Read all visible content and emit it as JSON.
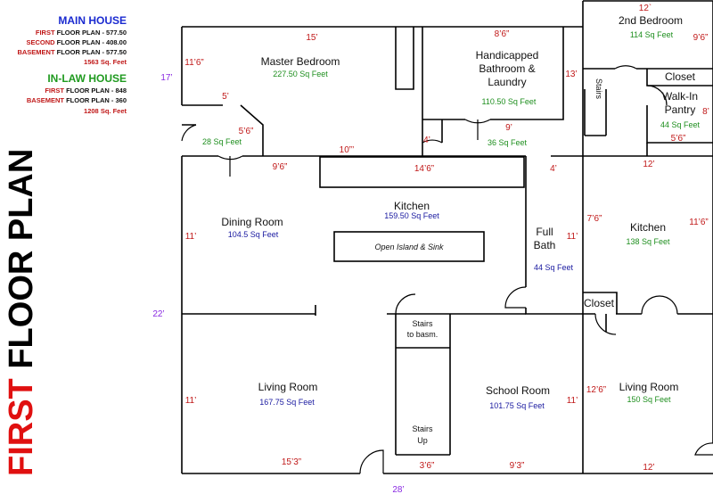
{
  "legend": {
    "main_house_title": "MAIN HOUSE",
    "main_lines": [
      {
        "red": "FIRST",
        "rest": " FLOOR PLAN - 577.50"
      },
      {
        "red": "SECOND",
        "rest": " FLOOR PLAN - 408.00"
      },
      {
        "red": "BASEMENT",
        "rest": " FLOOR PLAN - 577.50"
      }
    ],
    "main_total": "1563 Sq. Feet",
    "inlaw_title": "IN-LAW HOUSE",
    "inlaw_lines": [
      {
        "red": "FIRST",
        "rest": " FLOOR PLAN - 848"
      },
      {
        "red": "BASEMENT",
        "rest": " FLOOR PLAN - 360"
      }
    ],
    "inlaw_total": "1208 Sq. Feet"
  },
  "side_title": {
    "first": "FIRST",
    "rest": " FLOOR PLAN"
  },
  "rooms": {
    "master_bedroom": {
      "name": "Master Bedroom",
      "area": "227.50 Sq Feet"
    },
    "bath_laundry": {
      "name_lines": [
        "Handicapped",
        "Bathroom &",
        "Laundry"
      ],
      "area": "110.50 Sq Feet"
    },
    "second_bedroom": {
      "name": "2nd Bedroom",
      "area": "114 Sq Feet"
    },
    "closet_top": {
      "name": "Closet"
    },
    "pantry": {
      "name_lines": [
        "Walk-In",
        "Pantry"
      ],
      "area": "44 Sq Feet"
    },
    "stairs_right": {
      "name": "Stairs"
    },
    "closet_small": {
      "area": "28 Sq Feet"
    },
    "hall_area": {
      "area": "36 Sq Feet"
    },
    "dining_room": {
      "name": "Dining Room",
      "area": "104.5 Sq Feet"
    },
    "kitchen_main": {
      "name": "Kitchen",
      "area": "159.50 Sq Feet"
    },
    "island": {
      "name": "Open Island & Sink"
    },
    "full_bath": {
      "name_lines": [
        "Full",
        "Bath"
      ],
      "area": "44 Sq Feet"
    },
    "kitchen_inlaw": {
      "name": "Kitchen",
      "area": "138 Sq Feet"
    },
    "closet_mid": {
      "name": "Closet"
    },
    "stairs_basement": {
      "name_lines": [
        "Stairs",
        "to basm."
      ]
    },
    "living_room_main": {
      "name": "Living Room",
      "area": "167.75 Sq Feet"
    },
    "school_room": {
      "name": "School Room",
      "area": "101.75 Sq Feet"
    },
    "stairs_up": {
      "name_lines": [
        "Stairs",
        "Up"
      ]
    },
    "living_room_inlaw": {
      "name": "Living Room",
      "area": "150 Sq Feet"
    }
  },
  "dimensions": {
    "top_12": "12`",
    "d15": "15’",
    "d8_6": "8’6”",
    "d9_6_top": "9’6”",
    "d11_6_left": "11’6”",
    "d17": "17’",
    "d13": "13’",
    "d5": "5’",
    "d8": "8’",
    "d5_6_closet": "5’6”",
    "d5_6_pantry": "5’6”",
    "d9": "9’",
    "d4_hall": "4’",
    "d9_6_mid": "9’6”",
    "d10": "10”’",
    "d14_6": "14’6”",
    "d4_bath": "4’",
    "d12_mid": "12’",
    "d7_6": "7’6”",
    "d11_6_right": "11’6”",
    "d11_dining": "11’",
    "d11_bath": "11’",
    "d22": "22’",
    "d11_living": "11’",
    "d11_school": "11’",
    "d12_6": "12’6”",
    "d15_3": "15’3”",
    "d3_6": "3’6”",
    "d9_3": "9’3”",
    "d12_bottom": "12’",
    "d28": "28’"
  }
}
